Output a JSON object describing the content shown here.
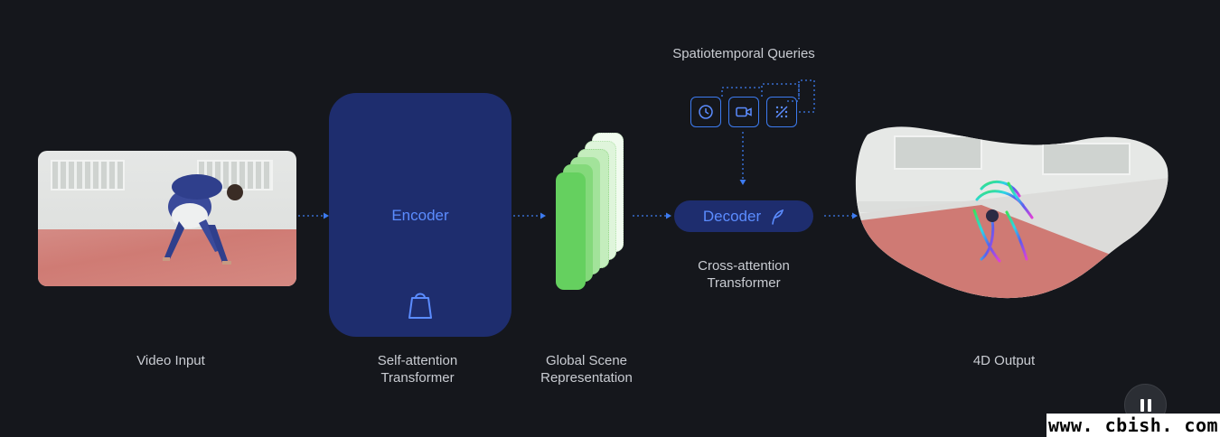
{
  "diagram": {
    "title": "Spatiotemporal Queries",
    "nodes": {
      "video_input": {
        "caption": "Video Input"
      },
      "encoder": {
        "label": "Encoder",
        "caption_line1": "Self-attention",
        "caption_line2": "Transformer",
        "icon": "weight-icon"
      },
      "scene": {
        "caption_line1": "Global Scene",
        "caption_line2": "Representation"
      },
      "decoder": {
        "label": "Decoder",
        "caption_line1": "Cross-attention",
        "caption_line2": "Transformer",
        "icon": "feather-icon"
      },
      "output": {
        "caption": "4D Output"
      }
    },
    "queries": [
      {
        "icon": "clock-icon"
      },
      {
        "icon": "video-camera-icon"
      },
      {
        "icon": "motion-vector-icon"
      }
    ]
  },
  "controls": {
    "pause": "pause-icon"
  },
  "watermark": "www. cbish. com",
  "colors": {
    "background": "#15171c",
    "box_fill": "#1e2d6e",
    "accent": "#5b8cff",
    "arrow": "#3d7bf0",
    "caption": "#c9ccd2"
  }
}
